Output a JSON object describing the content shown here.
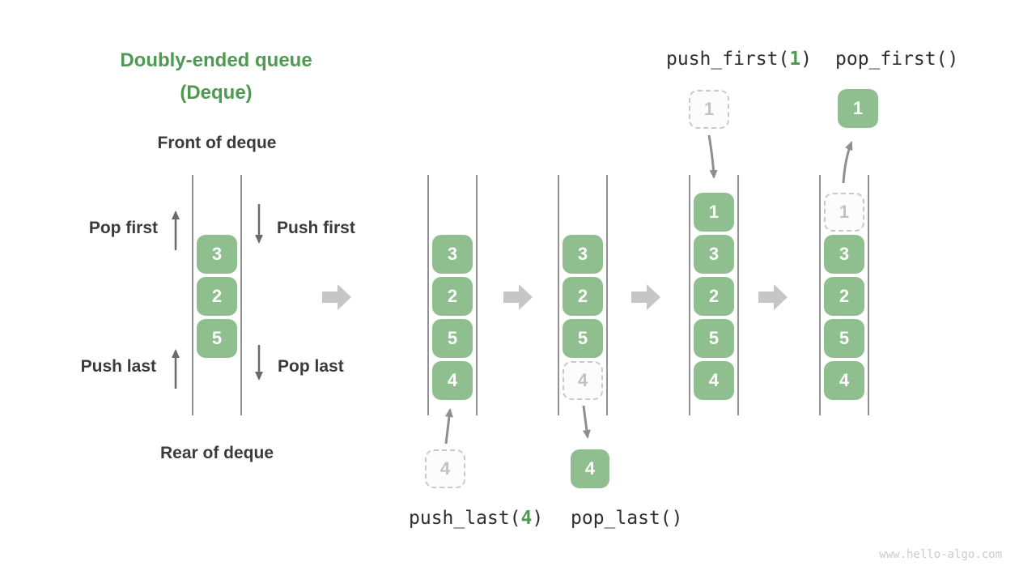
{
  "title": {
    "line1": "Doubly-ended queue",
    "line2": "(Deque)"
  },
  "labels": {
    "front": "Front of deque",
    "rear": "Rear of deque",
    "pop_first": "Pop first",
    "push_first": "Push first",
    "push_last": "Push last",
    "pop_last": "Pop last"
  },
  "operations": {
    "push_first": {
      "pre": "push_first(",
      "arg": "1",
      "post": ")"
    },
    "pop_first": {
      "pre": "pop_first()",
      "arg": "",
      "post": ""
    },
    "push_last": {
      "pre": "push_last(",
      "arg": "4",
      "post": ")"
    },
    "pop_last": {
      "pre": "pop_last()",
      "arg": "",
      "post": ""
    }
  },
  "states": {
    "s1": {
      "values": [
        "3",
        "2",
        "5"
      ]
    },
    "s2": {
      "values": [
        "3",
        "2",
        "5",
        "4"
      ],
      "floating": "4"
    },
    "s3": {
      "values": [
        "3",
        "2",
        "5"
      ],
      "ghost": "4",
      "floating": "4"
    },
    "s4": {
      "values": [
        "1",
        "3",
        "2",
        "5",
        "4"
      ],
      "floating": "1"
    },
    "s5": {
      "values": [
        "3",
        "2",
        "5",
        "4"
      ],
      "ghost": "1",
      "floating": "1"
    }
  },
  "watermark": "www.hello-algo.com",
  "colors": {
    "accent_green": "#4c9b50",
    "box_green": "#8fbe8f",
    "text_dark": "#3b3b3b",
    "rail_gray": "#6b6b6b",
    "small_arrow_gray": "#8f8f8f",
    "big_arrow_gray": "#c6c6c6",
    "ghost_border": "#c9c9c9"
  }
}
